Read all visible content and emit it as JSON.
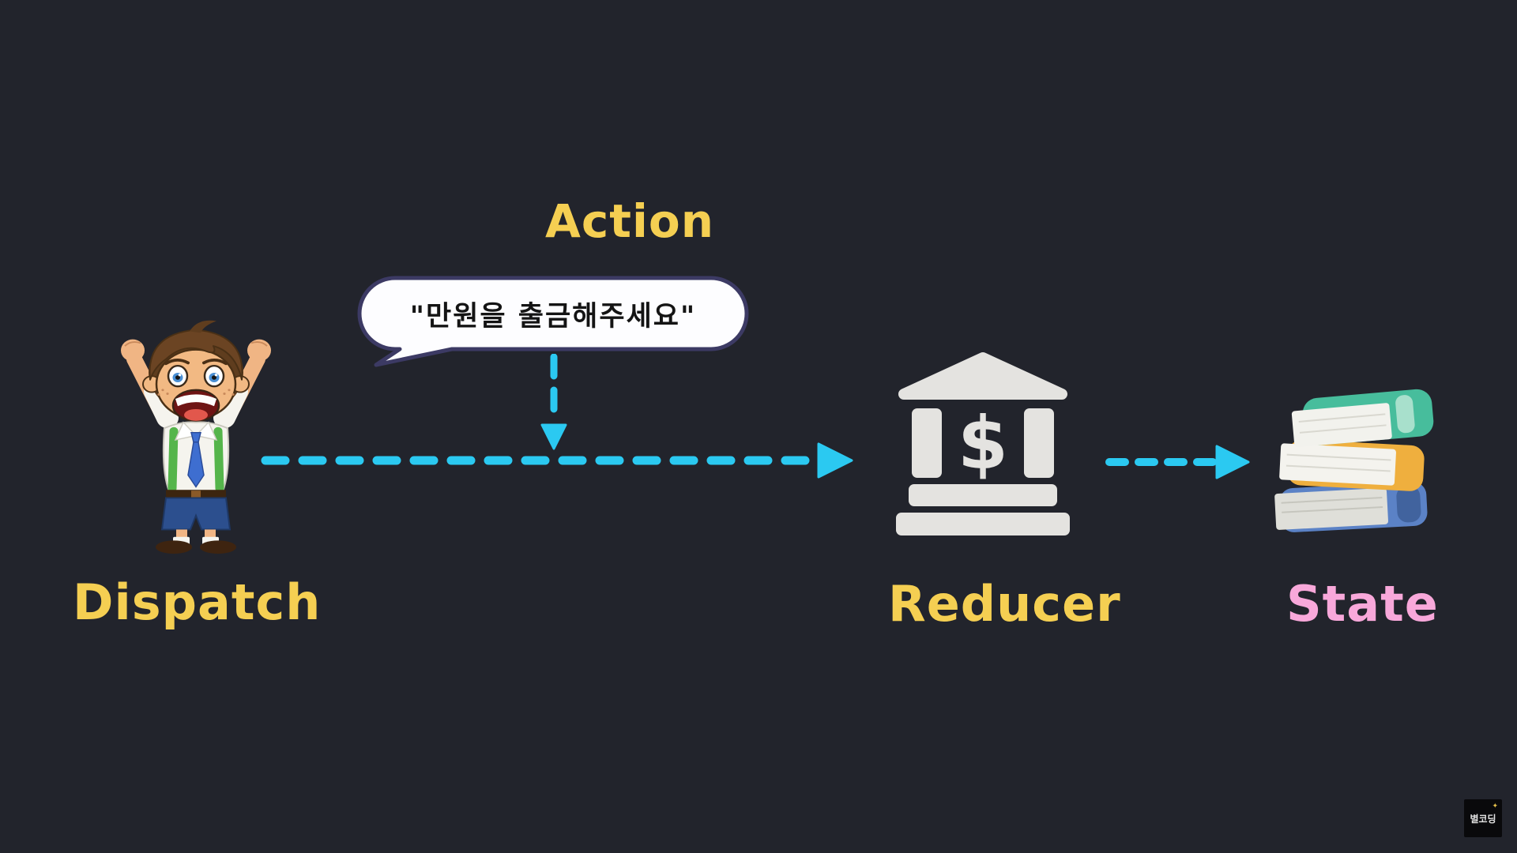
{
  "canvas": {
    "background_color": "#22242C"
  },
  "action": {
    "title": "Action",
    "title_color": "#F5CF52"
  },
  "speech_bubble": {
    "text": "\"만원을 출금해주세요\"",
    "fill_color": "#FDFDFF",
    "border_color": "#3C3A64",
    "text_color": "#141414"
  },
  "arrows": {
    "color": "#2BC9F1",
    "style": "dashed",
    "flow": [
      "dispatch-to-reducer",
      "action-into-flow",
      "reducer-to-state"
    ]
  },
  "nodes": {
    "dispatch": {
      "label": "Dispatch",
      "label_color": "#F5CF52",
      "icon": "boy-celebrating-icon"
    },
    "reducer": {
      "label": "Reducer",
      "label_color": "#F5CF52",
      "icon": "bank-icon",
      "dollar_sign": "$"
    },
    "state": {
      "label": "State",
      "label_color": "#F8A8DA",
      "icon": "book-stack-icon"
    }
  },
  "watermark": {
    "text": "별코딩",
    "star": "✦"
  }
}
